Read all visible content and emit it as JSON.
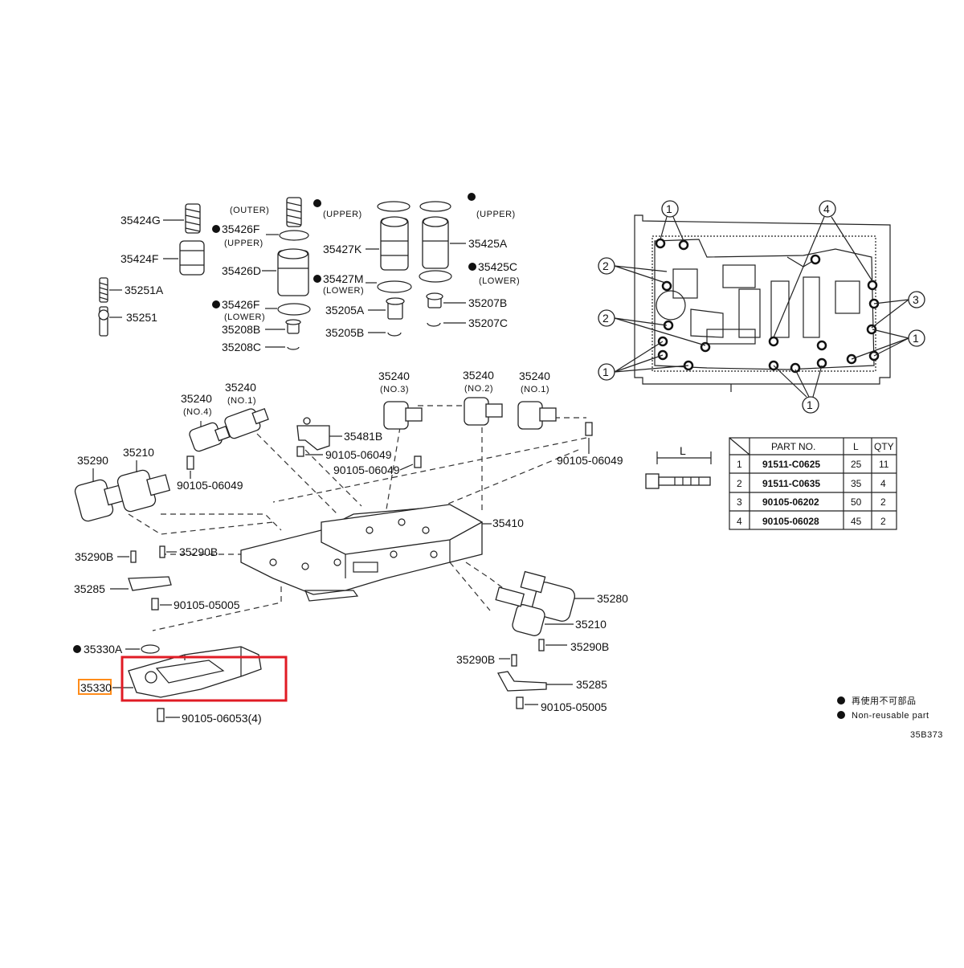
{
  "labels": {
    "p35424G": "35424G",
    "p35424F": "35424F",
    "p35251A": "35251A",
    "p35251": "35251",
    "outer": "(OUTER)",
    "p35426F_u": "35426F",
    "upper1": "(UPPER)",
    "p35426D": "35426D",
    "p35426F_l": "35426F",
    "lower1": "(LOWER)",
    "p35208B": "35208B",
    "p35208C": "35208C",
    "upper2": "(UPPER)",
    "p35427K": "35427K",
    "p35427M": "35427M",
    "lower2": "(LOWER)",
    "p35205A": "35205A",
    "p35205B": "35205B",
    "upper3": "(UPPER)",
    "p35425A": "35425A",
    "p35425C": "35425C",
    "lower3": "(LOWER)",
    "p35207B": "35207B",
    "p35207C": "35207C",
    "sol_no4": "35240",
    "no4": "(NO.4)",
    "sol_no1a": "35240",
    "no1a": "(NO.1)",
    "sol_no3": "35240",
    "no3": "(NO.3)",
    "sol_no2": "35240",
    "no2": "(NO.2)",
    "sol_no1b": "35240",
    "no1b": "(NO.1)",
    "p35481B": "35481B",
    "b06049a": "90105-06049",
    "b06049b": "90105-06049",
    "b06049c": "90105-06049",
    "b06049d": "90105-06049",
    "p35290": "35290",
    "p35210a": "35210",
    "p35410": "35410",
    "p35290Ba": "35290B",
    "p35290Bb": "35290B",
    "p35285a": "35285",
    "b05005a": "90105-05005",
    "p35330A": "35330A",
    "p35330": "35330",
    "b06053": "90105-06053(4)",
    "p35280": "35280",
    "p35210b": "35210",
    "p35290Bc": "35290B",
    "p35290Bd": "35290B",
    "p35285b": "35285",
    "b05005b": "90105-05005",
    "dim_l": "L",
    "legend_jp": "再使用不可部品",
    "legend_en": "Non-reusable part",
    "diagram_code": "35B373",
    "callout_1": "1",
    "callout_2": "2",
    "callout_3": "3",
    "callout_4": "4"
  },
  "bolt_table": {
    "headers": [
      "PART NO.",
      "L",
      "QTY"
    ],
    "rows": [
      {
        "idx": "1",
        "part": "91511-C0625",
        "l": "25",
        "qty": "11"
      },
      {
        "idx": "2",
        "part": "91511-C0635",
        "l": "35",
        "qty": "4"
      },
      {
        "idx": "3",
        "part": "90105-06202",
        "l": "50",
        "qty": "2"
      },
      {
        "idx": "4",
        "part": "90105-06028",
        "l": "45",
        "qty": "2"
      }
    ]
  },
  "highlight": {
    "part": "35330",
    "color": "#e01b24"
  }
}
